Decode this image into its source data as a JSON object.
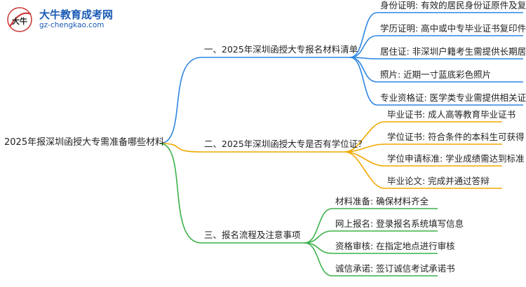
{
  "logo": {
    "name": "大牛教育成考网",
    "url": "gz-chengkao.com",
    "mark_text": "大牛"
  },
  "colors": {
    "blue": "#2f86e0",
    "orange": "#f0a800",
    "green": "#3cb14a"
  },
  "root": "2025年报深圳函授大专需准备哪些材料",
  "branches": [
    {
      "label": "一、2025年深圳函授大专报名材料清单",
      "color": "blue",
      "leaves": [
        "身份证明: 有效的居民身份证原件及复印件",
        "学历证明: 高中或中专毕业证书复印件",
        "居住证: 非深圳户籍考生需提供长期居住证",
        "照片: 近期一寸蓝底彩色照片",
        "专业资格证: 医学类专业需提供相关证书"
      ]
    },
    {
      "label": "二、2025年深圳函授大专是否有学位证？",
      "color": "orange",
      "leaves": [
        "毕业证书: 成人高等教育毕业证书",
        "学位证书: 符合条件的本科生可获得",
        "学位申请标准: 学业成绩需达到标准",
        "毕业论文: 完成并通过答辩"
      ]
    },
    {
      "label": "三、报名流程及注意事项",
      "color": "green",
      "leaves": [
        "材料准备: 确保材料齐全",
        "网上报名: 登录报名系统填写信息",
        "资格审核: 在指定地点进行审核",
        "诚信承诺: 签订诚信考试承诺书"
      ]
    }
  ]
}
